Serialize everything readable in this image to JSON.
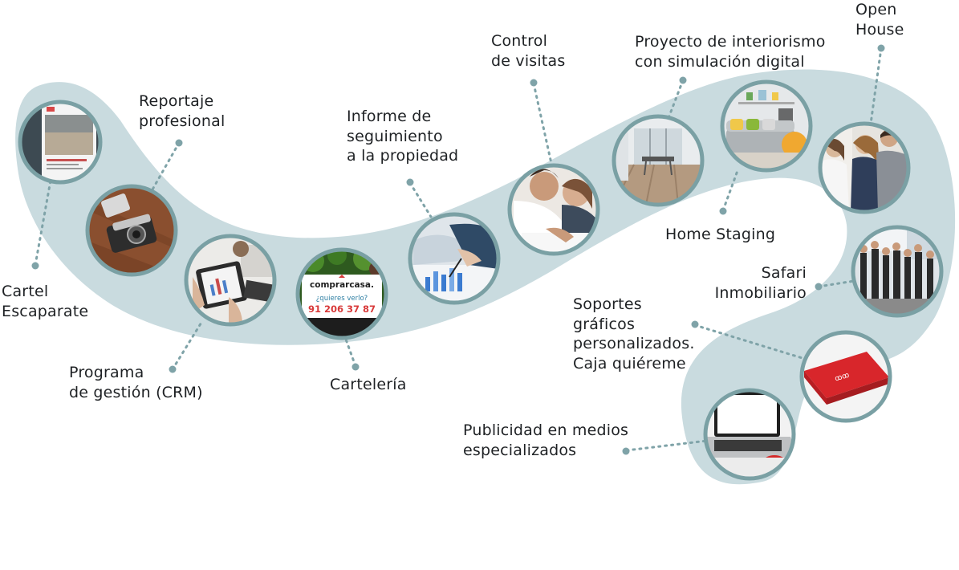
{
  "labels": {
    "cartel": [
      "Cartel",
      "Escaparate"
    ],
    "reportaje": [
      "Reportaje",
      "profesional"
    ],
    "crm": [
      "Programa",
      "de gestión (CRM)"
    ],
    "carteleria": [
      "Cartelería"
    ],
    "informe": [
      "Informe de",
      "seguimiento",
      "a la propiedad"
    ],
    "control": [
      "Control",
      "de visitas"
    ],
    "proyecto": [
      "Proyecto de interiorismo",
      "con simulación digital"
    ],
    "home_staging": [
      "Home Staging"
    ],
    "open_house": [
      "Open",
      "House"
    ],
    "safari": [
      "Safari",
      "Inmobiliario"
    ],
    "soportes": [
      "Soportes",
      "gráficos",
      "personalizados.",
      "Caja quiéreme"
    ],
    "publicidad": [
      "Publicidad en medios",
      "especializados"
    ]
  },
  "sign": {
    "brand": "comprarcasa.",
    "slogan": "¿quieres verlo?",
    "phone": "91 206 37 87"
  },
  "colors": {
    "band": "#c9dbdf",
    "ring": "#7aa0a4",
    "dots": "#7fa3a8",
    "text": "#1e2124"
  }
}
